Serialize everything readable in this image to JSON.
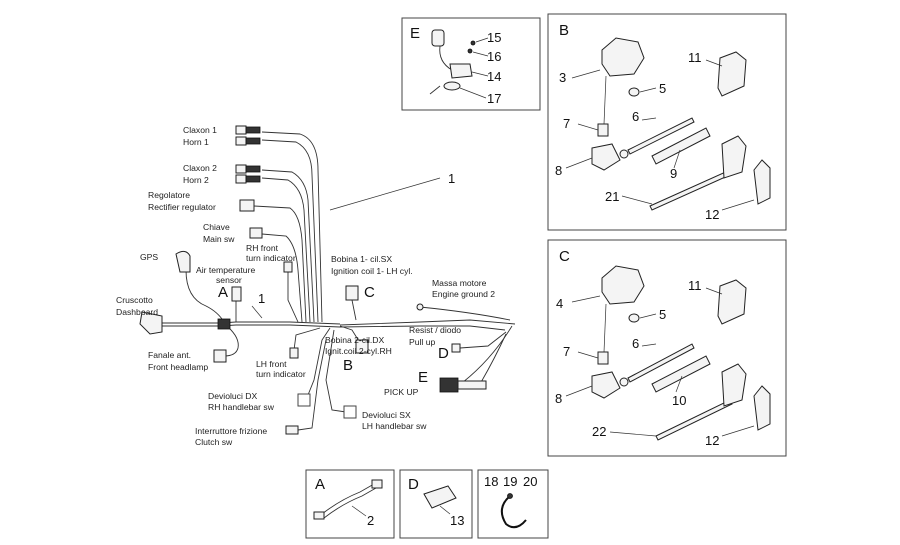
{
  "harness": {
    "labels": {
      "claxon1": "Claxon 1",
      "horn1": "Horn 1",
      "claxon2": "Claxon 2",
      "horn2": "Horn 2",
      "regolatore": "Regolatore",
      "rectifier": "Rectifier regulator",
      "chiave": "Chiave",
      "main_sw": "Main sw",
      "rh_front": "RH front",
      "rh_turn": "turn indicator",
      "gps": "GPS",
      "air_temp": "Air temperature",
      "sensor": "sensor",
      "cruscotto": "Cruscotto",
      "dashboard": "Dashboard",
      "fanale": "Fanale ant.",
      "front_headlamp": "Front headlamp",
      "lh_front": "LH front",
      "lh_turn": "turn indicator",
      "devioluci_dx": "Devioluci DX",
      "rh_handlebar": "RH handlebar sw",
      "interruttore": "Interruttore frizione",
      "clutch": "Clutch sw",
      "bobina1_it": "Bobina 1- cil.SX",
      "bobina1_en": "Ignition coil 1- LH cyl.",
      "massa_it": "Massa motore",
      "massa_en": "Engine ground 2",
      "resist_it": "Resist / diodo",
      "resist_en": "Pull up",
      "bobina2_it": "Bobina 2-cil.DX",
      "bobina2_en": "Ignit.coil 2-cyl.RH",
      "pickup": "PICK UP",
      "devioluci_sx": "Devioluci SX",
      "lh_handlebar": "LH handlebar sw"
    },
    "letters": {
      "a": "A",
      "b": "B",
      "c": "C",
      "d": "D",
      "e": "E"
    },
    "numbers": {
      "harness_1a": "1",
      "harness_1b": "1"
    }
  },
  "inset_e": {
    "letter": "E",
    "nums": [
      "15",
      "16",
      "14",
      "17"
    ]
  },
  "inset_b": {
    "letter": "B",
    "nums": [
      "3",
      "11",
      "5",
      "7",
      "6",
      "8",
      "9",
      "21",
      "12"
    ]
  },
  "inset_c": {
    "letter": "C",
    "nums": [
      "4",
      "11",
      "5",
      "7",
      "6",
      "8",
      "10",
      "22",
      "12"
    ]
  },
  "inset_a": {
    "letter": "A",
    "num": "2"
  },
  "inset_d": {
    "letter": "D",
    "num": "13"
  },
  "inset_misc": {
    "nums": [
      "18",
      "19",
      "20"
    ]
  }
}
